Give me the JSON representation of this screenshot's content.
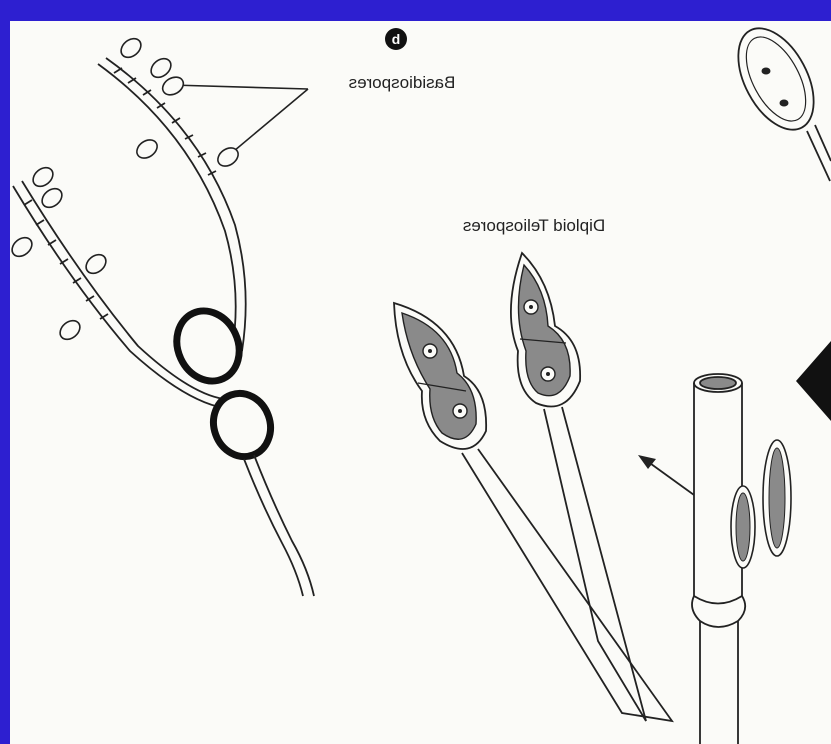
{
  "figure": {
    "panel_marker": "b",
    "labels": {
      "basidiospores": "Basidiospores",
      "teliospores": "Diploid Teliospores"
    },
    "colors": {
      "frame_border": "#2d1fd0",
      "panel_background": "#fbfbf8",
      "ink": "#222222",
      "spore_fill": "#8a8a8a"
    }
  }
}
